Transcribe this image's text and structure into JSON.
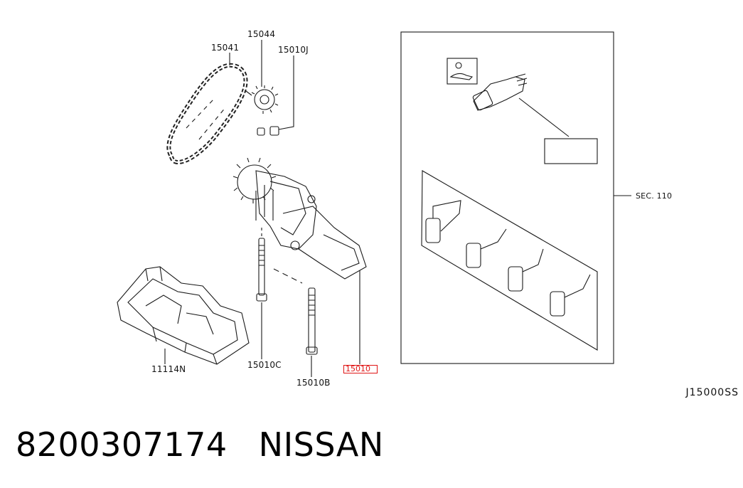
{
  "labels": {
    "p15041": "15041",
    "p15044": "15044",
    "p15010J": "15010J",
    "p11114N": "11114N",
    "p15010C": "15010C",
    "p15010B": "15010B",
    "p15010_highlight": "15010",
    "sec": "SEC. 110",
    "ref_code": "J15000SS"
  },
  "caption": {
    "part_number": "8200307174",
    "brand": "NISSAN"
  },
  "colors": {
    "line": "#1a1a1a",
    "highlight": "#e01515",
    "background": "#ffffff"
  }
}
